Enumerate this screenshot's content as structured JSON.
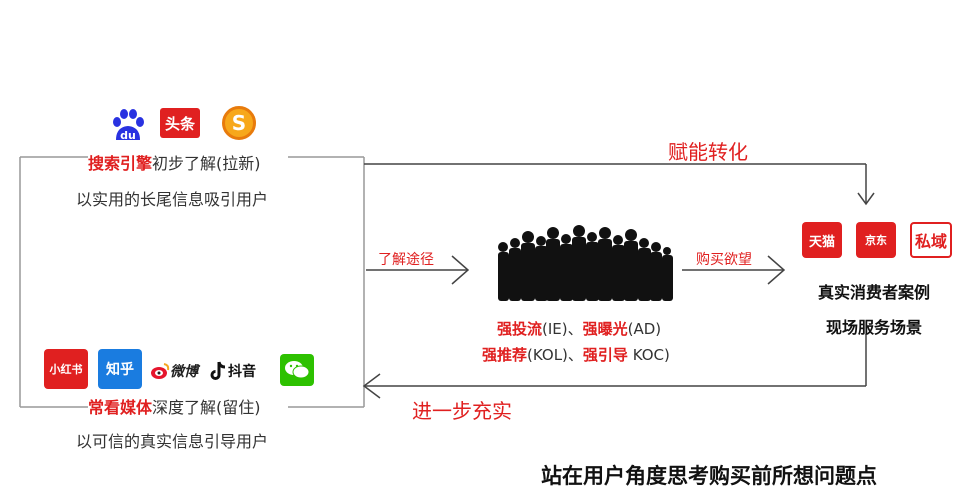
{
  "top_block": {
    "logos": [
      {
        "name": "baidu",
        "label": "du"
      },
      {
        "name": "toutiao",
        "label": "头条"
      },
      {
        "name": "sogou",
        "label": "S"
      }
    ],
    "line1_highlight": "搜索引擎",
    "line1_rest": "初步了解(拉新)",
    "line2": "以实用的长尾信息吸引用户"
  },
  "bottom_block": {
    "logos": [
      {
        "name": "xiaohongshu",
        "label": "小红书"
      },
      {
        "name": "zhihu",
        "label": "知乎"
      },
      {
        "name": "weibo",
        "label": "微博"
      },
      {
        "name": "douyin",
        "label": "抖音"
      },
      {
        "name": "wechat",
        "label": ""
      }
    ],
    "line1_highlight": "常看媒体",
    "line1_rest": "深度了解(留住)",
    "line2": "以可信的真实信息引导用户"
  },
  "arrows": {
    "top": "赋能转化",
    "understand": "了解途径",
    "purchase": "购买欲望",
    "bottom": "进一步充实"
  },
  "center": {
    "l1_h1": "强投流",
    "l1_t1": "(IE)、",
    "l1_h2": "强曝光",
    "l1_t2": "(AD)",
    "l2_h1": "强推荐",
    "l2_t1": "(KOL)、",
    "l2_h2": "强引导",
    "l2_t2": " KOC)"
  },
  "right_block": {
    "logos": [
      {
        "name": "tmall",
        "label": "天猫"
      },
      {
        "name": "jd",
        "label": "京东"
      },
      {
        "name": "private-domain",
        "label": "私域"
      }
    ],
    "line1": "真实消费者案例",
    "line2": "现场服务场景"
  },
  "footer": "站在用户角度思考购买前所想问题点",
  "colors": {
    "accent": "#e02020",
    "line": "#999999"
  }
}
